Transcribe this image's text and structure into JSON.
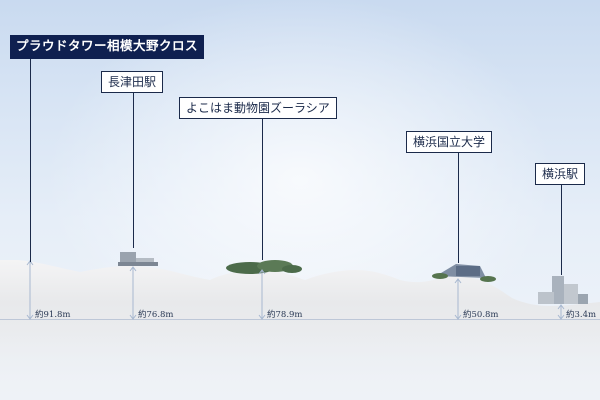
{
  "locations": [
    {
      "id": "proud-tower",
      "label": "プラウドタワー相模大野クロス",
      "primary": true,
      "altitude": "約91.8m"
    },
    {
      "id": "nagatsuta",
      "label": "長津田駅",
      "primary": false,
      "altitude": "約76.8m"
    },
    {
      "id": "zoorasia",
      "label": "よこはま動物園ズーラシア",
      "primary": false,
      "altitude": "約78.9m"
    },
    {
      "id": "ynu",
      "label": "横浜国立大学",
      "primary": false,
      "altitude": "約50.8m"
    },
    {
      "id": "yokohama",
      "label": "横浜駅",
      "primary": false,
      "altitude": "約3.4m"
    }
  ],
  "colors": {
    "navy": "#0f2050",
    "line": "#1b2a4a",
    "dimension": "#a8b8d0",
    "ground": "#ebecee"
  }
}
